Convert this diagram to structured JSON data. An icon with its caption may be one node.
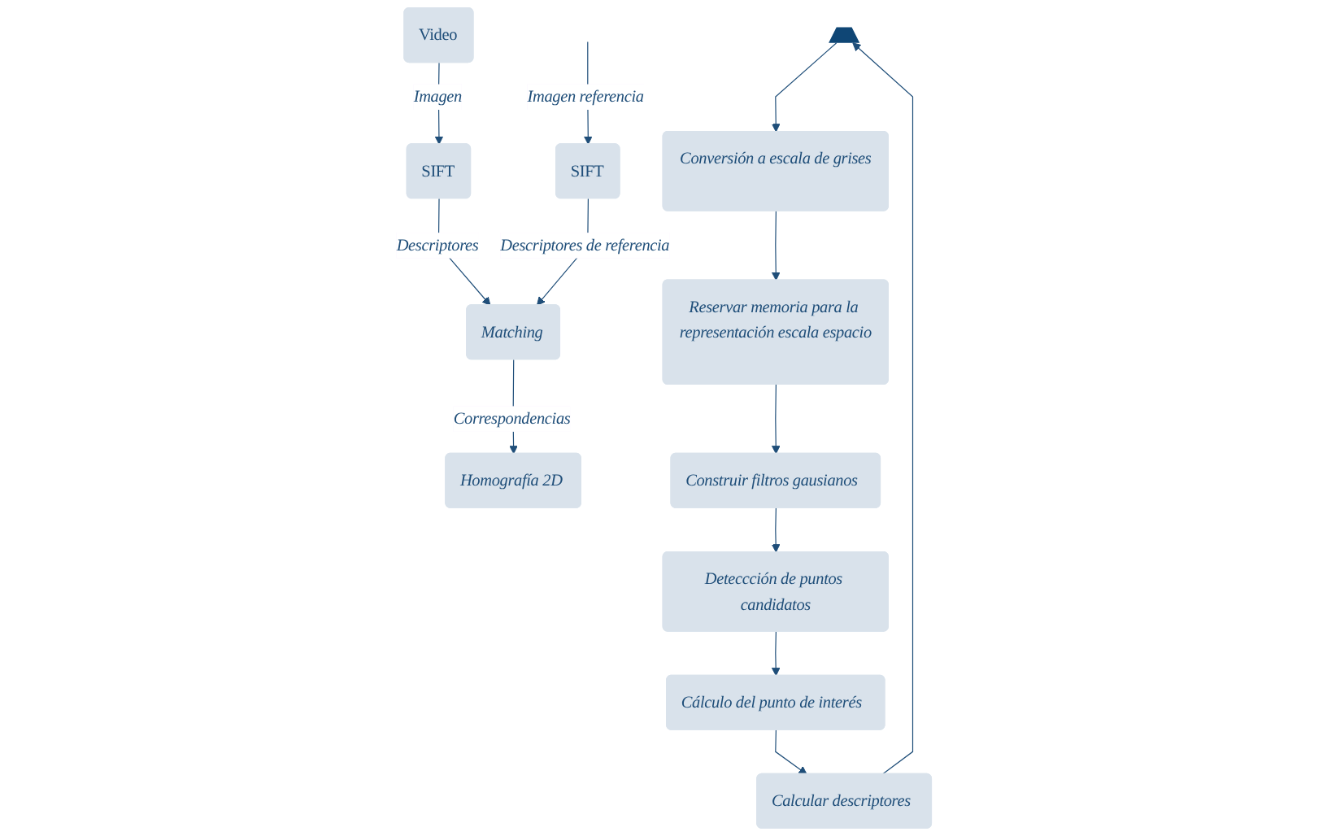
{
  "diagram": {
    "nodes": [
      {
        "text": [
          "Video"
        ]
      },
      {
        "text": [
          "SIFT"
        ]
      },
      {
        "text": [
          "Matching"
        ]
      },
      {
        "text": [
          "Homografía 2D"
        ]
      },
      {
        "text": [
          "SIFT"
        ]
      },
      {
        "text": [],
        "shape": "chevron"
      },
      {
        "text": [
          "Conversión a escala de grises"
        ]
      },
      {
        "text": [
          "Calcular descriptores"
        ]
      },
      {
        "text": [
          "Cálculo del punto de interés"
        ]
      },
      {
        "text": [
          "Reservar memoria para la representación escala espacio"
        ]
      },
      {
        "text": [
          "Construir filtros gausianos"
        ]
      },
      {
        "text": [
          "Deteccción de puntos candidatos"
        ]
      }
    ],
    "edges": [
      {
        "from": 0,
        "to": 1,
        "arrow": "to",
        "label": "Imagen"
      },
      {
        "from": 1,
        "to": 2,
        "arrow": "to",
        "label": "Descriptores"
      },
      {
        "from": 2,
        "to": 3,
        "arrow": "to",
        "label": "Correspondencias"
      },
      {
        "from": null,
        "to": 4,
        "arrow": "to",
        "label": "Imagen referencia"
      },
      {
        "from": 4,
        "to": 2,
        "arrow": "to",
        "label": "Descriptores de referencia"
      },
      {
        "from": 5,
        "to": 6,
        "arrow": "to"
      },
      {
        "from": 7,
        "to": 5,
        "arrow": "to"
      },
      {
        "from": 8,
        "to": 7,
        "arrow": "to"
      },
      {
        "from": 6,
        "to": 9,
        "arrow": "to"
      },
      {
        "from": 9,
        "to": 10,
        "arrow": "to"
      },
      {
        "from": 10,
        "to": 11,
        "arrow": "to"
      },
      {
        "from": 11,
        "to": 8,
        "arrow": "to"
      }
    ]
  }
}
